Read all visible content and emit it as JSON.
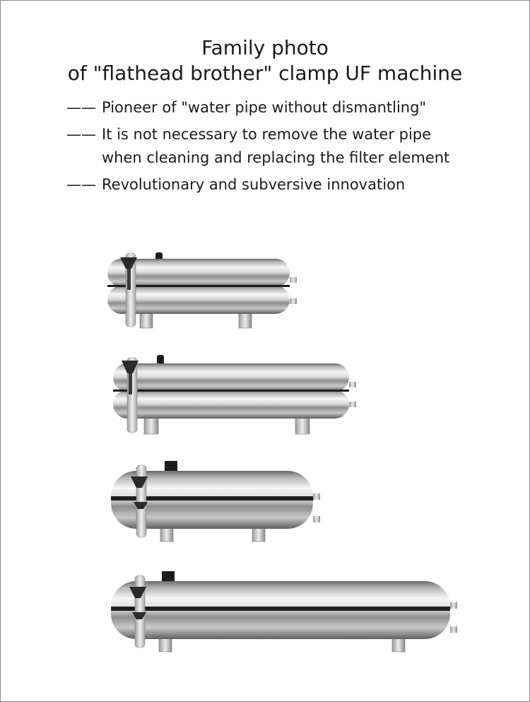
{
  "title": {
    "line1": "Family photo",
    "line2": "of \"flathead brother\" clamp UF machine"
  },
  "bullets": [
    {
      "prefix": "——",
      "line1": "Pioneer of \"water pipe without dismantling\"",
      "line2": ""
    },
    {
      "prefix": "——",
      "line1": "It is not necessary to remove the water pipe",
      "line2": "when cleaning and replacing the filter element"
    },
    {
      "prefix": "——",
      "line1": "Revolutionary and subversive innovation",
      "line2": ""
    }
  ],
  "colors": {
    "steel_dark": "#5a5a5a",
    "steel_light": "#f2f2f2",
    "seam": "#1e1e1e",
    "clamp": "#cfcfcf",
    "port_cap": "#1c1c1c"
  },
  "machines": [
    {
      "name": "double-tube-short",
      "tubes": 2,
      "cap": "round"
    },
    {
      "name": "double-tube-long",
      "tubes": 2,
      "cap": "round"
    },
    {
      "name": "single-tube-short",
      "tubes": 1,
      "cap": "square"
    },
    {
      "name": "single-tube-long",
      "tubes": 1,
      "cap": "square"
    }
  ]
}
